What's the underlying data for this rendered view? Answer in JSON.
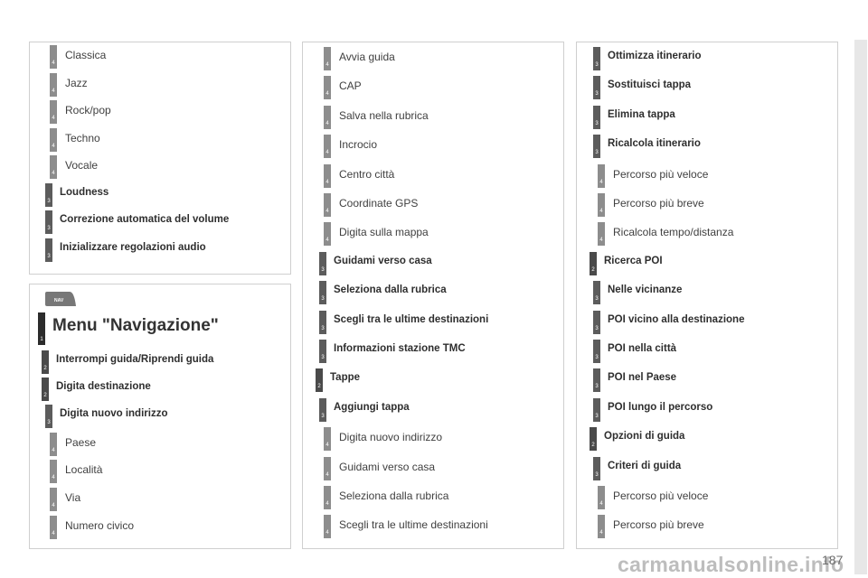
{
  "panels": {
    "audio": {
      "items": [
        {
          "level": "4",
          "label": "Classica",
          "bold": false
        },
        {
          "level": "4",
          "label": "Jazz",
          "bold": false
        },
        {
          "level": "4",
          "label": "Rock/pop",
          "bold": false
        },
        {
          "level": "4",
          "label": "Techno",
          "bold": false
        },
        {
          "level": "4",
          "label": "Vocale",
          "bold": false
        },
        {
          "level": "3",
          "label": "Loudness",
          "bold": true
        },
        {
          "level": "3",
          "label": "Correzione automatica del volume",
          "bold": true
        },
        {
          "level": "3",
          "label": "Inizializzare regolazioni audio",
          "bold": true
        }
      ]
    },
    "navigation_left": {
      "icon": "nav-button-icon",
      "icon_text": "NAV",
      "items": [
        {
          "level": "1",
          "label": "Menu \"Navigazione\"",
          "bold": true
        },
        {
          "level": "2",
          "label": "Interrompi guida/Riprendi guida",
          "bold": true
        },
        {
          "level": "2",
          "label": "Digita destinazione",
          "bold": true
        },
        {
          "level": "3",
          "label": "Digita nuovo indirizzo",
          "bold": true
        },
        {
          "level": "4",
          "label": "Paese",
          "bold": false
        },
        {
          "level": "4",
          "label": "Località",
          "bold": false
        },
        {
          "level": "4",
          "label": "Via",
          "bold": false
        },
        {
          "level": "4",
          "label": "Numero civico",
          "bold": false
        }
      ]
    },
    "navigation_middle": {
      "items": [
        {
          "level": "4",
          "label": "Avvia guida",
          "bold": false
        },
        {
          "level": "4",
          "label": "CAP",
          "bold": false
        },
        {
          "level": "4",
          "label": "Salva nella rubrica",
          "bold": false
        },
        {
          "level": "4",
          "label": "Incrocio",
          "bold": false
        },
        {
          "level": "4",
          "label": "Centro città",
          "bold": false
        },
        {
          "level": "4",
          "label": "Coordinate GPS",
          "bold": false
        },
        {
          "level": "4",
          "label": "Digita sulla mappa",
          "bold": false
        },
        {
          "level": "3",
          "label": "Guidami verso casa",
          "bold": true
        },
        {
          "level": "3",
          "label": "Seleziona dalla rubrica",
          "bold": true
        },
        {
          "level": "3",
          "label": "Scegli tra le ultime destinazioni",
          "bold": true
        },
        {
          "level": "3",
          "label": "Informazioni stazione TMC",
          "bold": true
        },
        {
          "level": "2",
          "label": "Tappe",
          "bold": true
        },
        {
          "level": "3",
          "label": "Aggiungi tappa",
          "bold": true
        },
        {
          "level": "4",
          "label": "Digita nuovo indirizzo",
          "bold": false
        },
        {
          "level": "4",
          "label": "Guidami verso casa",
          "bold": false
        },
        {
          "level": "4",
          "label": "Seleziona dalla rubrica",
          "bold": false
        },
        {
          "level": "4",
          "label": "Scegli tra le ultime destinazioni",
          "bold": false
        }
      ]
    },
    "navigation_right": {
      "items": [
        {
          "level": "3",
          "label": "Ottimizza itinerario",
          "bold": true
        },
        {
          "level": "3",
          "label": "Sostituisci tappa",
          "bold": true
        },
        {
          "level": "3",
          "label": "Elimina tappa",
          "bold": true
        },
        {
          "level": "3",
          "label": "Ricalcola itinerario",
          "bold": true
        },
        {
          "level": "4",
          "label": "Percorso più veloce",
          "bold": false
        },
        {
          "level": "4",
          "label": "Percorso più breve",
          "bold": false
        },
        {
          "level": "4",
          "label": "Ricalcola tempo/distanza",
          "bold": false
        },
        {
          "level": "2",
          "label": "Ricerca POI",
          "bold": true
        },
        {
          "level": "3",
          "label": "Nelle vicinanze",
          "bold": true
        },
        {
          "level": "3",
          "label": "POI vicino alla destinazione",
          "bold": true
        },
        {
          "level": "3",
          "label": "POI nella città",
          "bold": true
        },
        {
          "level": "3",
          "label": "POI nel Paese",
          "bold": true
        },
        {
          "level": "3",
          "label": "POI lungo il percorso",
          "bold": true
        },
        {
          "level": "2",
          "label": "Opzioni di guida",
          "bold": true
        },
        {
          "level": "3",
          "label": "Criteri di guida",
          "bold": true
        },
        {
          "level": "4",
          "label": "Percorso più veloce",
          "bold": false
        },
        {
          "level": "4",
          "label": "Percorso più breve",
          "bold": false
        }
      ]
    }
  },
  "page_number": "187",
  "watermark": "carmanualsonline.info"
}
